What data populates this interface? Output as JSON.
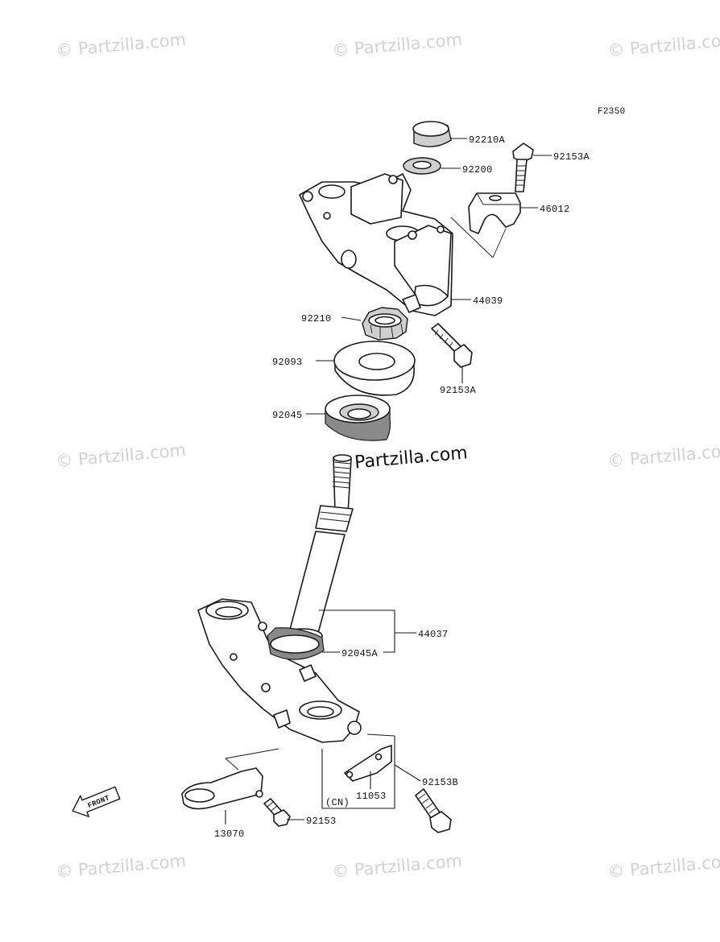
{
  "figure_code": "F2350",
  "watermark_text": "© Partzilla.com",
  "watermark_main": "© Partzilla.com",
  "front_label": "FRONT",
  "cn_label": "(CN)",
  "parts": {
    "p92210A": "92210A",
    "p92153A_top": "92153A",
    "p92200": "92200",
    "p46012": "46012",
    "p44039": "44039",
    "p92210": "92210",
    "p92093": "92093",
    "p92153A_mid": "92153A",
    "p92045": "92045",
    "p44037": "44037",
    "p92045A": "92045A",
    "p92153B": "92153B",
    "p11053": "11053",
    "p13070": "13070",
    "p92153": "92153"
  }
}
